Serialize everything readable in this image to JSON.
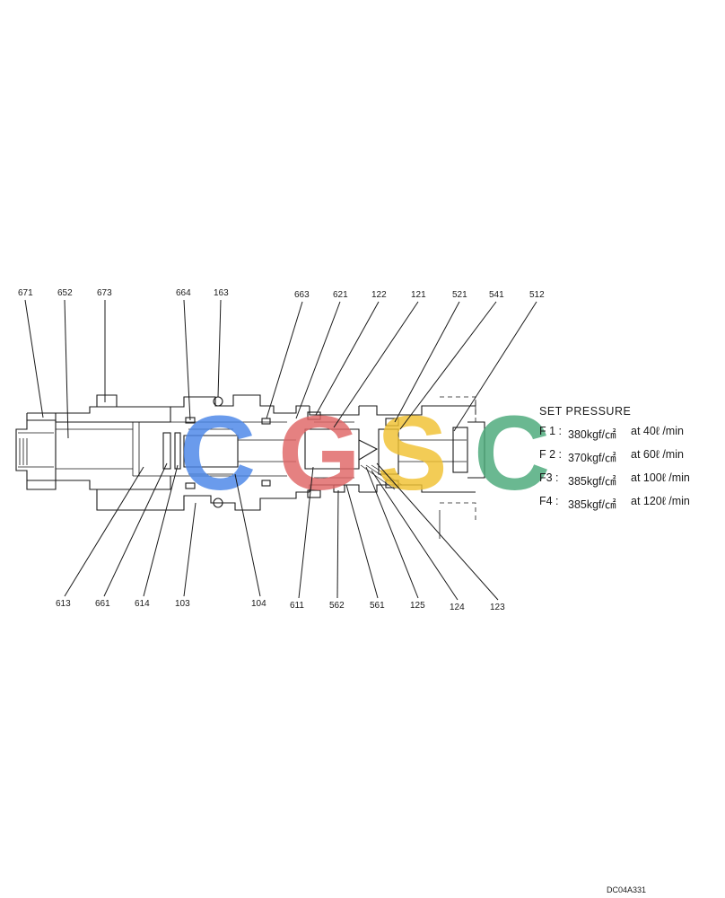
{
  "diagram": {
    "part_labels": [
      "671",
      "652",
      "673",
      "664",
      "163",
      "663",
      "621",
      "122",
      "121",
      "521",
      "541",
      "512",
      "613",
      "661",
      "614",
      "103",
      "104",
      "611",
      "562",
      "561",
      "125",
      "124",
      "123"
    ],
    "watermark": {
      "letters": [
        "C",
        "G",
        "S",
        "C"
      ],
      "colors": [
        "#4a86e8",
        "#e06666",
        "#f1c232",
        "#4aa97a"
      ]
    }
  },
  "set_pressure": {
    "title": "SET PRESSURE",
    "rows": [
      {
        "port": "F 1 :",
        "pressure": "380kgf/㎠",
        "flow": "at 40ℓ /min"
      },
      {
        "port": "F 2 :",
        "pressure": "370kgf/㎠",
        "flow": "at 60ℓ /min"
      },
      {
        "port": "F3 :",
        "pressure": "385kgf/㎠",
        "flow": "at 100ℓ /min"
      },
      {
        "port": "F4 :",
        "pressure": "385kgf/㎠",
        "flow": "at 120ℓ /min"
      }
    ]
  },
  "drawing_code": "DC04A331"
}
